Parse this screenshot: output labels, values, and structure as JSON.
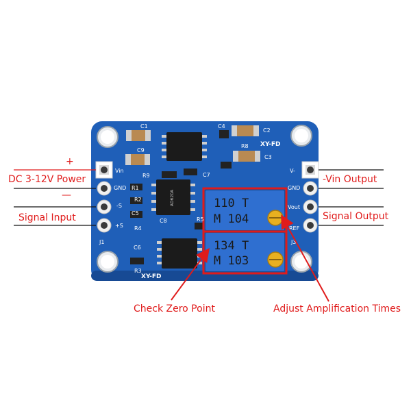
{
  "colors": {
    "pcb": "#1f5fb8",
    "pcb_dark": "#174a94",
    "annotation": "#e01b1b",
    "pot_body": "#2f6fd0",
    "pot_screw": "#e8b020"
  },
  "annotations": {
    "plus": "+",
    "power": "DC 3-12V Power",
    "minus": "—",
    "signal_input": "Signal Input",
    "vin_output": "-Vin Output",
    "signal_output": "Signal Output",
    "check_zero": "Check Zero Point",
    "adjust_amp": "Adjust Amplification Times"
  },
  "silkscreen": {
    "c1": "C1",
    "c2": "C2",
    "c3": "C3",
    "c4": "C4",
    "c5": "C5",
    "c6": "C6",
    "c7": "C7",
    "c8": "C8",
    "c9": "C9",
    "r1": "R1",
    "r2": "R2",
    "r3": "R3",
    "r4": "R4",
    "r5": "R5",
    "r8": "R8",
    "r9": "R9",
    "brand_top": "XY-FD",
    "brand_bottom": "XY-FD",
    "vin": "Vin",
    "gnd_left": "GND",
    "minus_s": "-S",
    "plus_s": "+S",
    "j1": "J1",
    "j3": "J3",
    "v_minus": "V-",
    "gnd_right": "GND",
    "vout": "Vout",
    "ref": "REF",
    "chip_mark": "AD620A"
  },
  "pots": [
    {
      "line1": "110 T",
      "line2": "M 104"
    },
    {
      "line1": "134 T",
      "line2": "M 103"
    }
  ]
}
